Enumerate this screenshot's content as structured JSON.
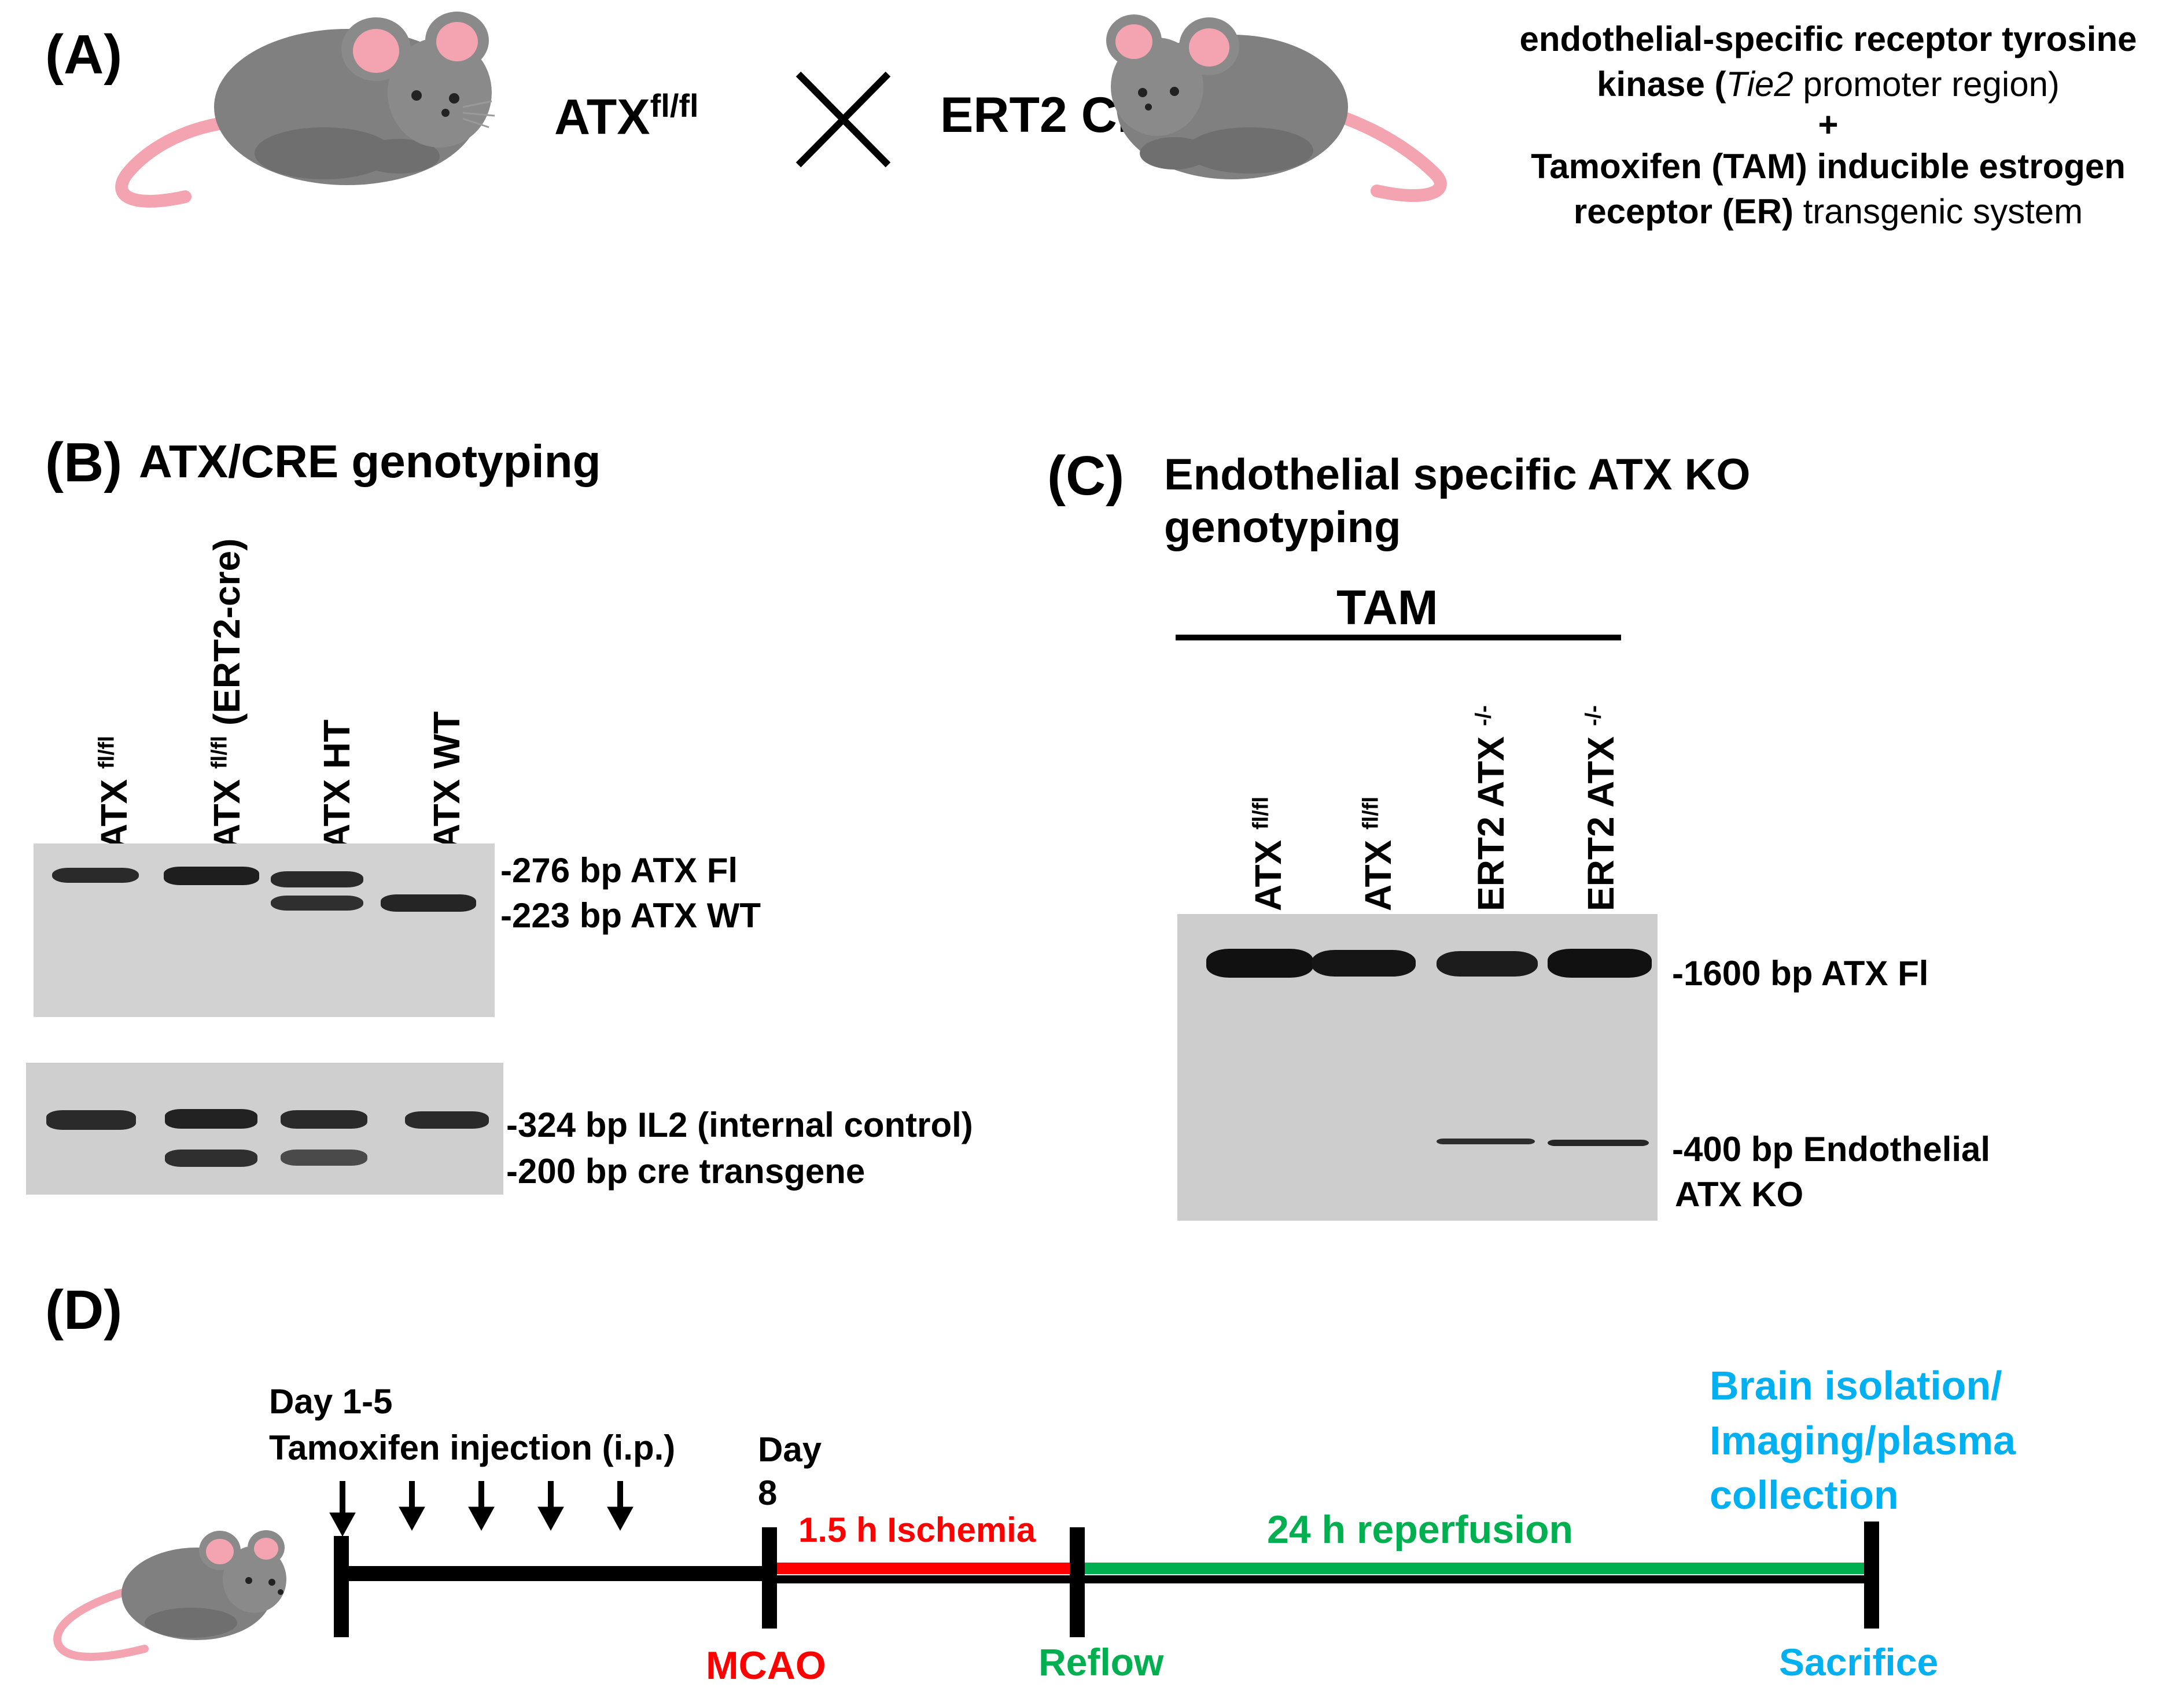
{
  "panel_a": {
    "label": "(A)",
    "cross_left": "ATX",
    "cross_left_sup": "fl/fl",
    "cross_right": "ERT2 Cre",
    "desc_line1": "endothelial-specific receptor tyrosine",
    "desc_line2_pre": "kinase (",
    "desc_line2_italic": "Tie2",
    "desc_line2_post": " promoter region)",
    "desc_plus": "+",
    "desc_line3": "Tamoxifen (TAM) inducible estrogen",
    "desc_line4_bold": "receptor (ER)",
    "desc_line4_rest": " transgenic system"
  },
  "panel_b": {
    "label": "(B)",
    "title": "ATX/CRE genotyping",
    "lanes": [
      {
        "main": "ATX ",
        "sup": "fl/fl",
        "post": ""
      },
      {
        "main": "ATX ",
        "sup": "fl/fl",
        "post": " (ERT2-cre)"
      },
      {
        "main": "ATX HT",
        "sup": "",
        "post": ""
      },
      {
        "main": "ATX WT",
        "sup": "",
        "post": ""
      }
    ],
    "band_labels_top": [
      "-276 bp ATX Fl",
      "-223 bp ATX WT"
    ],
    "band_labels_bottom": [
      "-324 bp IL2 (internal control)",
      "-200 bp cre transgene"
    ]
  },
  "panel_c": {
    "label": "(C)",
    "title_line1": "Endothelial specific ATX KO",
    "title_line2": "genotyping",
    "treatment": "TAM",
    "lanes": [
      {
        "main": "ATX ",
        "sup": "fl/fl"
      },
      {
        "main": "ATX ",
        "sup": "fl/fl"
      },
      {
        "main": "ERT2 ATX ",
        "sup": "-/-"
      },
      {
        "main": "ERT2 ATX ",
        "sup": "-/-"
      }
    ],
    "band_labels": [
      "-1600 bp ATX Fl",
      "-400 bp Endothelial",
      "ATX KO"
    ]
  },
  "panel_d": {
    "label": "(D)",
    "day_range": "Day 1-5",
    "injection": "Tamoxifen injection (i.p.)",
    "day8_line1": "Day",
    "day8_line2": "8",
    "ischemia": "1.5 h Ischemia",
    "reperfusion": "24 h reperfusion",
    "endpoint_line1": "Brain isolation/",
    "endpoint_line2": "Imaging/plasma",
    "endpoint_line3": "collection",
    "mcao": "MCAO",
    "reflow": "Reflow",
    "sacrifice": "Sacrifice",
    "colors": {
      "ischemia": "#ff0000",
      "reperfusion": "#00b050",
      "endpoint": "#00b0f0"
    }
  }
}
